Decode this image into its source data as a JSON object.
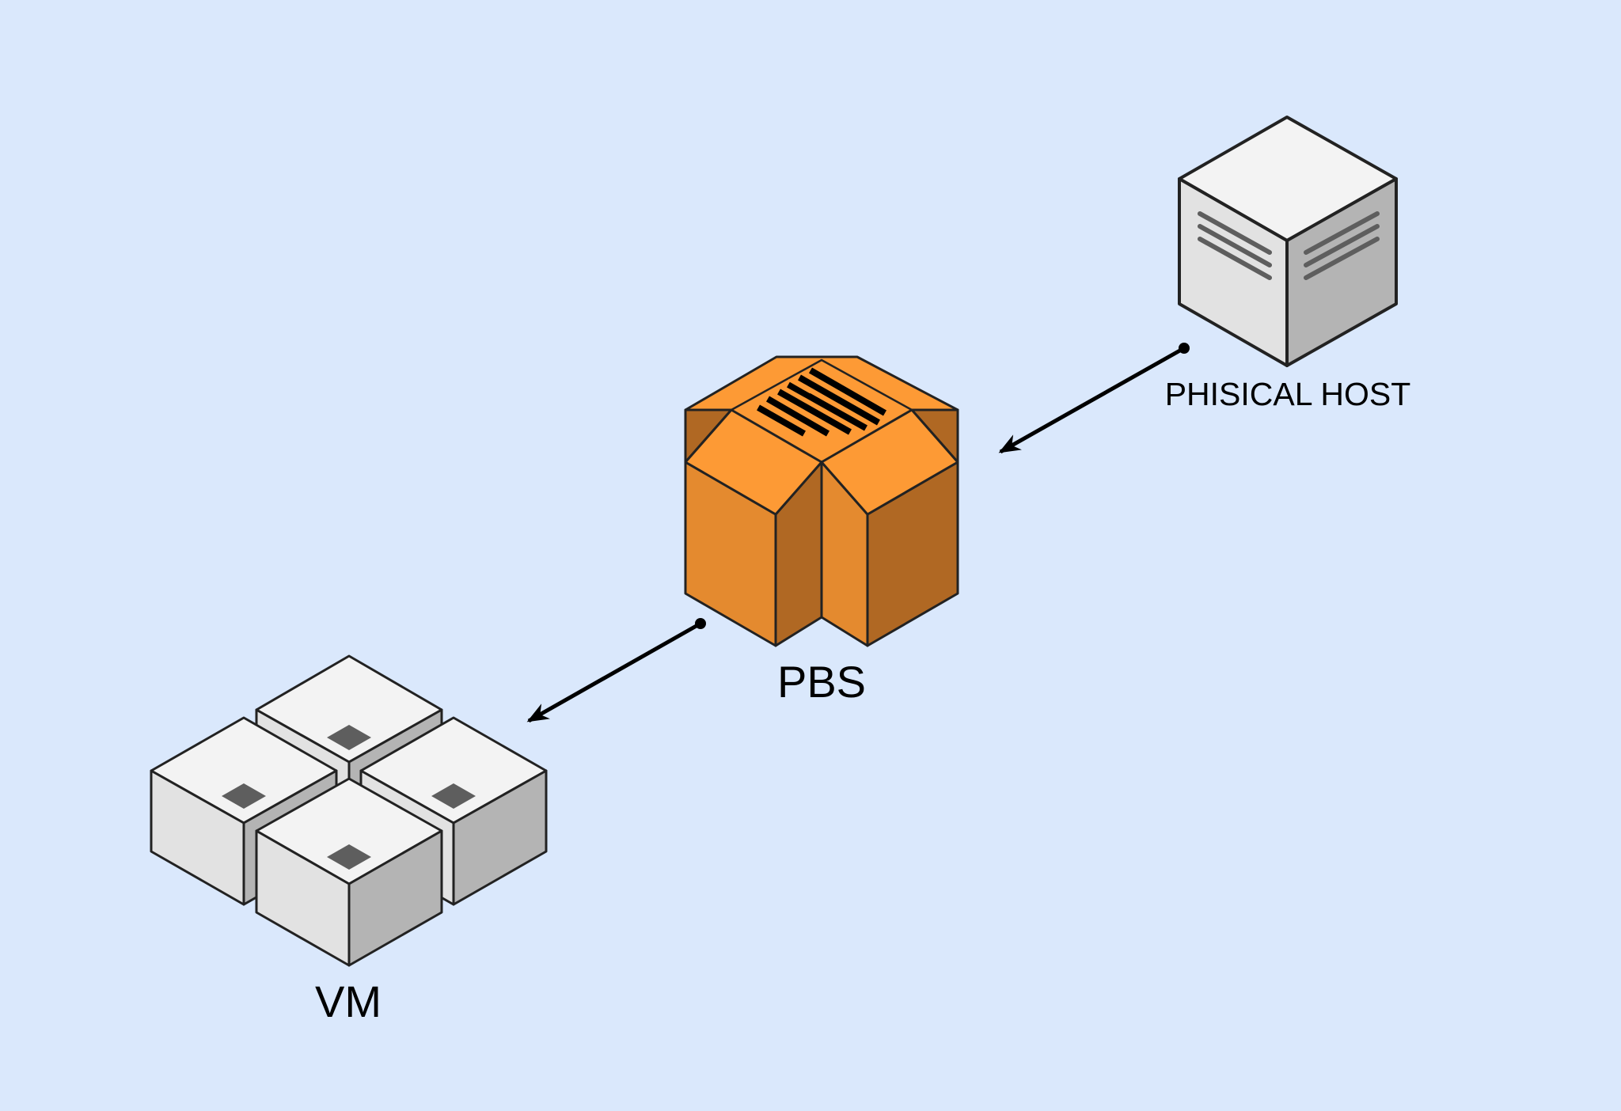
{
  "nodes": {
    "physical_host": {
      "label": "PHISICAL HOST",
      "icon": "physical-server-icon"
    },
    "pbs": {
      "label": "PBS",
      "icon": "backup-server-icon"
    },
    "vm": {
      "label": "VM",
      "icon": "virtual-machines-icon"
    }
  },
  "edges": [
    {
      "from": "physical_host",
      "to": "pbs"
    },
    {
      "from": "pbs",
      "to": "vm"
    }
  ],
  "colors": {
    "background": "#dae8fc",
    "pbs_top": "#fd9a35",
    "pbs_front": "#e48a2f",
    "pbs_side": "#b06823",
    "server_top": "#f3f3f3",
    "server_left": "#e2e2e2",
    "server_right": "#b4b4b4",
    "outline": "#222222"
  }
}
